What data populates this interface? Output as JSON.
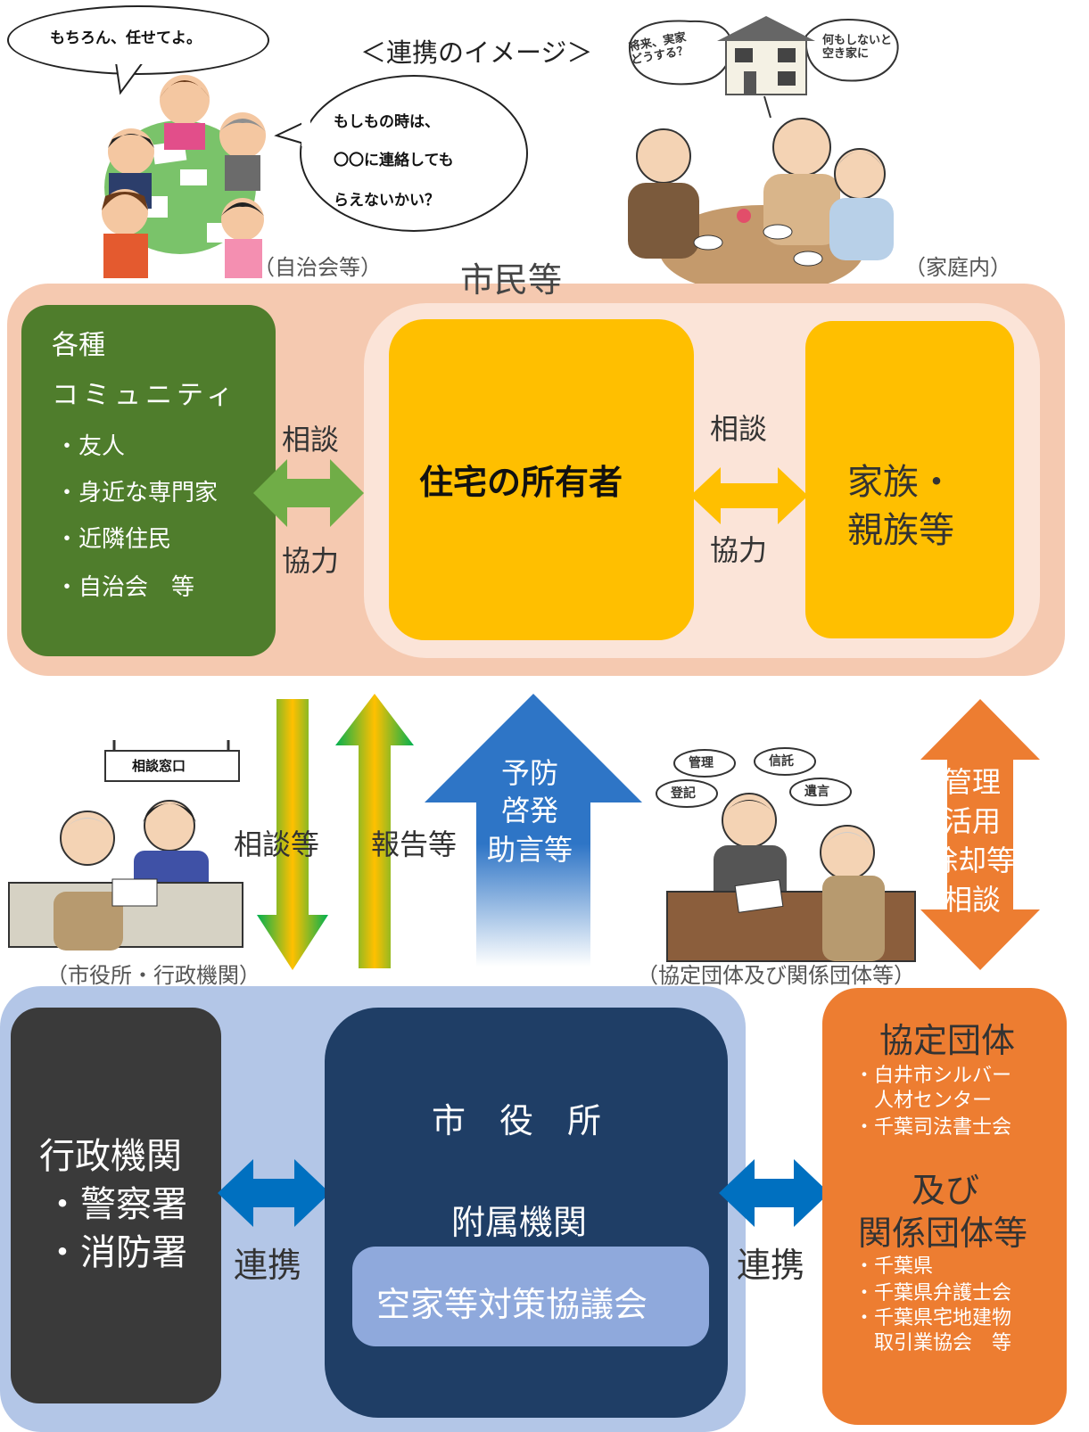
{
  "header": {
    "title": "＜連携のイメージ＞"
  },
  "bubbles": {
    "left": "もちろん、任せてよ。",
    "right_line1": "もしもの時は、",
    "right_line2": "〇〇に連絡しても",
    "right_line3": "らえないかい？",
    "house_left": "将来、実家\nどうする？",
    "house_right": "何もしないと\n空き家に"
  },
  "captions": {
    "community_illus": "（自治会等）",
    "family_illus": "（家庭内）",
    "city_illus": "（市役所・行政機関）",
    "agreement_illus": "（協定団体及び関係団体等）",
    "counter_sign": "相談窓口",
    "expert_bubbles": [
      "管理",
      "信託",
      "登記",
      "遺言"
    ]
  },
  "residents": {
    "label": "市民等",
    "community": {
      "title_line1": "各種",
      "title_line2": "コミュニティ",
      "items": [
        "・友人",
        "・身近な専門家",
        "・近隣住民",
        "・自治会　等"
      ]
    },
    "owner": "住宅の所有者",
    "family_line1": "家族・",
    "family_line2": "親族等",
    "left_arrow_top": "相談",
    "left_arrow_bottom": "協力",
    "right_arrow_top": "相談",
    "right_arrow_bottom": "協力"
  },
  "middle_arrows": {
    "down_label": "相談等",
    "up_label": "報告等",
    "prevention_line1": "予防",
    "prevention_line2": "啓発",
    "prevention_line3": "助言等",
    "consult_line1": "管理",
    "consult_line2": "活用",
    "consult_line3": "除却等",
    "consult_line4": "相談"
  },
  "city": {
    "admin_title": "行政機関",
    "admin_items": [
      "・警察署",
      "・消防署"
    ],
    "left_link": "連携",
    "right_link": "連携",
    "cityhall": "市　役　所",
    "affiliate": "附属機関",
    "council": "空家等対策協議会"
  },
  "agreement": {
    "title": "協定団体",
    "items": [
      "・白井市シルバー",
      "人材センター",
      "・千葉司法書士会"
    ],
    "subtitle_line1": "及び",
    "subtitle_line2": "関係団体等",
    "related_items": [
      "・千葉県",
      "・千葉県弁護士会",
      "・千葉県宅地建物",
      "取引業協会　等"
    ]
  },
  "colors": {
    "residents_bg": "#f5c9b0",
    "owner_yellow": "#ffbf00",
    "community_green": "#4f7d2c",
    "green_arrow": "#70ad47",
    "city_bg": "#b3c6e7",
    "cityhall_navy": "#1f3e66",
    "agreement_orange": "#ed7d31",
    "link_blue": "#0070c0"
  }
}
